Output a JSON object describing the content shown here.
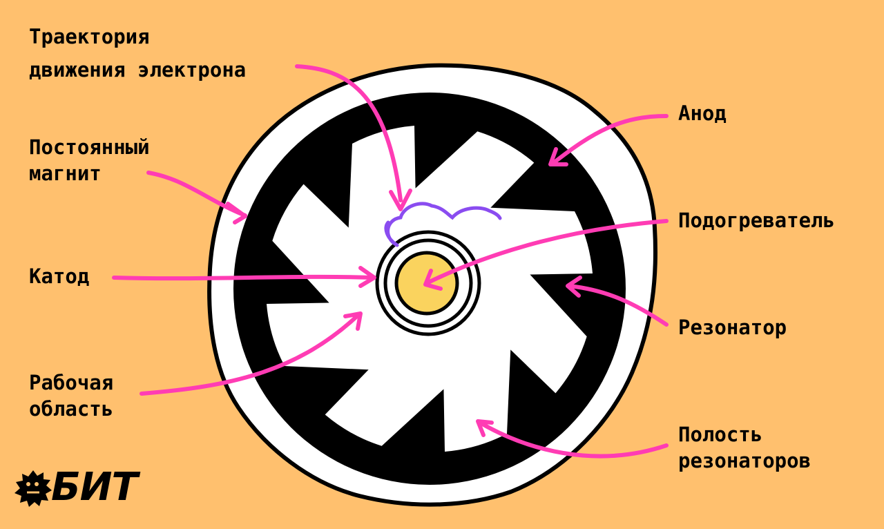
{
  "labels": {
    "trajectory": [
      "Траектория",
      "движения электрона"
    ],
    "magnet": [
      "Постоянный",
      "магнит"
    ],
    "cathode": [
      "Катод"
    ],
    "work_area": [
      "Рабочая",
      "область"
    ],
    "anode": [
      "Анод"
    ],
    "heater": [
      "Подогреватель"
    ],
    "resonator": [
      "Резонатор"
    ],
    "cavity": [
      "Полость",
      "резонаторов"
    ]
  },
  "logo": {
    "text": "БИТ"
  },
  "colors": {
    "background": "#FFC06E",
    "arrow": "#FF3CB4",
    "trajectory": "#8A4CF0",
    "heater": "#FAD35E",
    "anode": "#000000",
    "cavity": "#FFFFFF"
  }
}
